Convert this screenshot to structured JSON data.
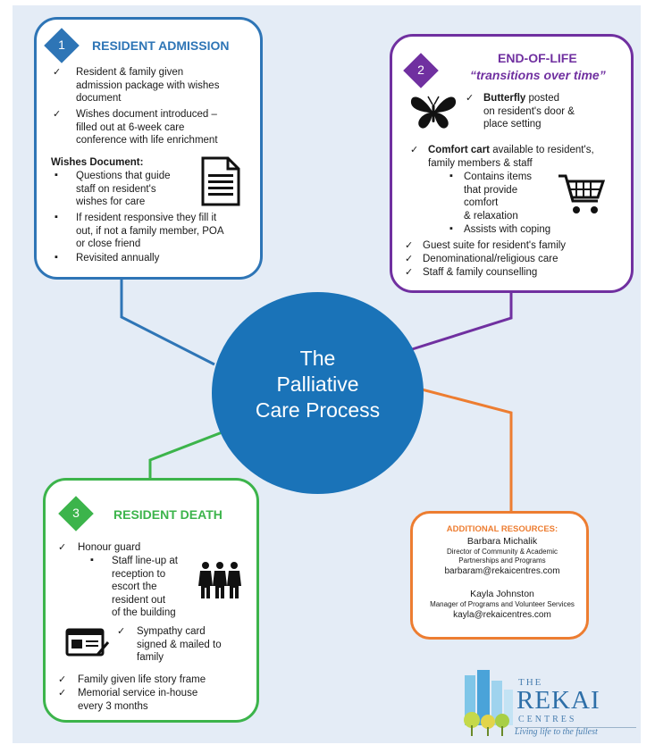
{
  "center": {
    "lines": [
      "The",
      "Palliative",
      "Care Process"
    ]
  },
  "admission": {
    "number": "1",
    "title": "RESIDENT ADMISSION",
    "items": [
      [
        "Resident & family given",
        "admission package with wishes",
        "document"
      ],
      [
        "Wishes document introduced –",
        "filled out at 6-week care",
        "conference with life enrichment"
      ]
    ],
    "wishes_heading": "Wishes Document:",
    "wishes_items": [
      [
        "Questions that guide",
        "staff on resident's",
        "wishes for care"
      ],
      [
        "If resident responsive they fill it",
        "out, if not a family member, POA",
        "or close friend"
      ],
      [
        "Revisited annually"
      ]
    ]
  },
  "end_of_life": {
    "number": "2",
    "title": "END-OF-LIFE",
    "subtitle": "“transitions over time”",
    "butterfly_bold": "Butterfly",
    "butterfly_rest": " posted",
    "butterfly_lines": [
      "on resident's door &",
      "place setting"
    ],
    "cart_bold": "Comfort cart",
    "cart_rest": " available to resident's,",
    "cart_line2": "family members & staff",
    "cart_sub": [
      [
        "Contains items",
        "that provide",
        "comfort",
        "& relaxation"
      ],
      [
        "Assists with coping"
      ]
    ],
    "more": [
      "Guest suite for resident's family",
      "Denominational/religious  care",
      "Staff & family counselling"
    ]
  },
  "death": {
    "number": "3",
    "title": "RESIDENT DEATH",
    "honour": "Honour guard",
    "honour_sub": [
      "Staff line-up at",
      "reception to",
      "escort the",
      "resident out",
      "of the building"
    ],
    "sympathy": [
      "Sympathy card",
      "signed & mailed to",
      "family"
    ],
    "more": [
      [
        "Family given life story frame"
      ],
      [
        "Memorial service in-house",
        "every 3 months"
      ]
    ]
  },
  "resources": {
    "title": "ADDITIONAL RESOURCES:",
    "contact1": {
      "name": "Barbara Michalik",
      "role1": "Director of Community & Academic",
      "role2": "Partnerships and Programs",
      "email": "barbaram@rekaicentres.com"
    },
    "contact2": {
      "name": "Kayla Johnston",
      "role1": "Manager of Programs and Volunteer Services",
      "email": "kayla@rekaicentres.com"
    }
  },
  "logo": {
    "the": "THE",
    "rekai": "REKAI",
    "centres": "CENTRES",
    "tagline": "Living life to the fullest"
  },
  "colors": {
    "blue": "#2e75b6",
    "purple": "#7030a0",
    "green": "#3cb44b",
    "orange": "#ed7d31",
    "center": "#1a73b8",
    "bg": "#e4ecf6"
  }
}
